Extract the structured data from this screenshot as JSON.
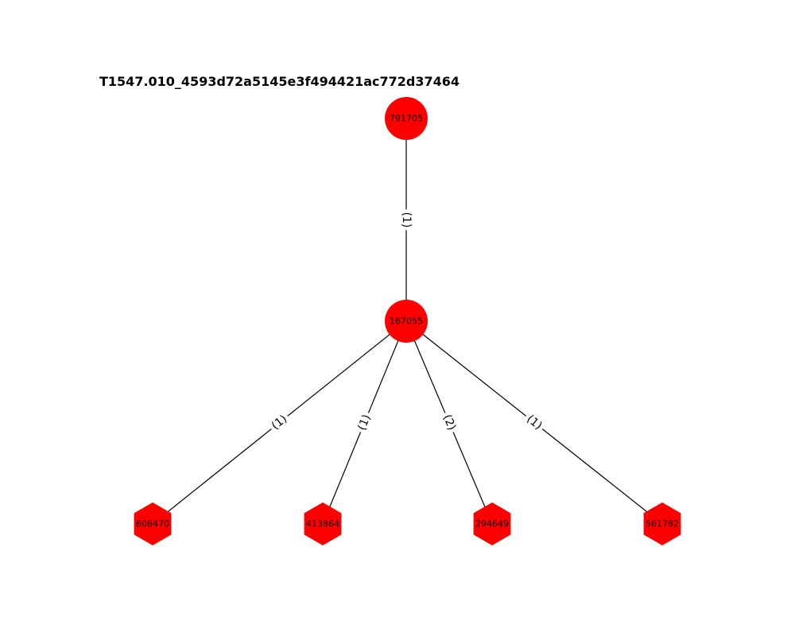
{
  "title": "T1547.010_4593d72a5145e3f494421ac772d37464",
  "node_color": "#ff0000",
  "nodes": [
    {
      "id": "791705",
      "shape": "circle"
    },
    {
      "id": "167055",
      "shape": "circle"
    },
    {
      "id": "608470",
      "shape": "hexagon"
    },
    {
      "id": "413864",
      "shape": "hexagon"
    },
    {
      "id": "294649",
      "shape": "hexagon"
    },
    {
      "id": "561782",
      "shape": "hexagon"
    }
  ],
  "edges": [
    {
      "source": "791705",
      "target": "167055",
      "label": "(1)"
    },
    {
      "source": "167055",
      "target": "608470",
      "label": "(1)"
    },
    {
      "source": "167055",
      "target": "413864",
      "label": "(1)"
    },
    {
      "source": "167055",
      "target": "294649",
      "label": "(2)"
    },
    {
      "source": "167055",
      "target": "561782",
      "label": "(1)"
    }
  ]
}
